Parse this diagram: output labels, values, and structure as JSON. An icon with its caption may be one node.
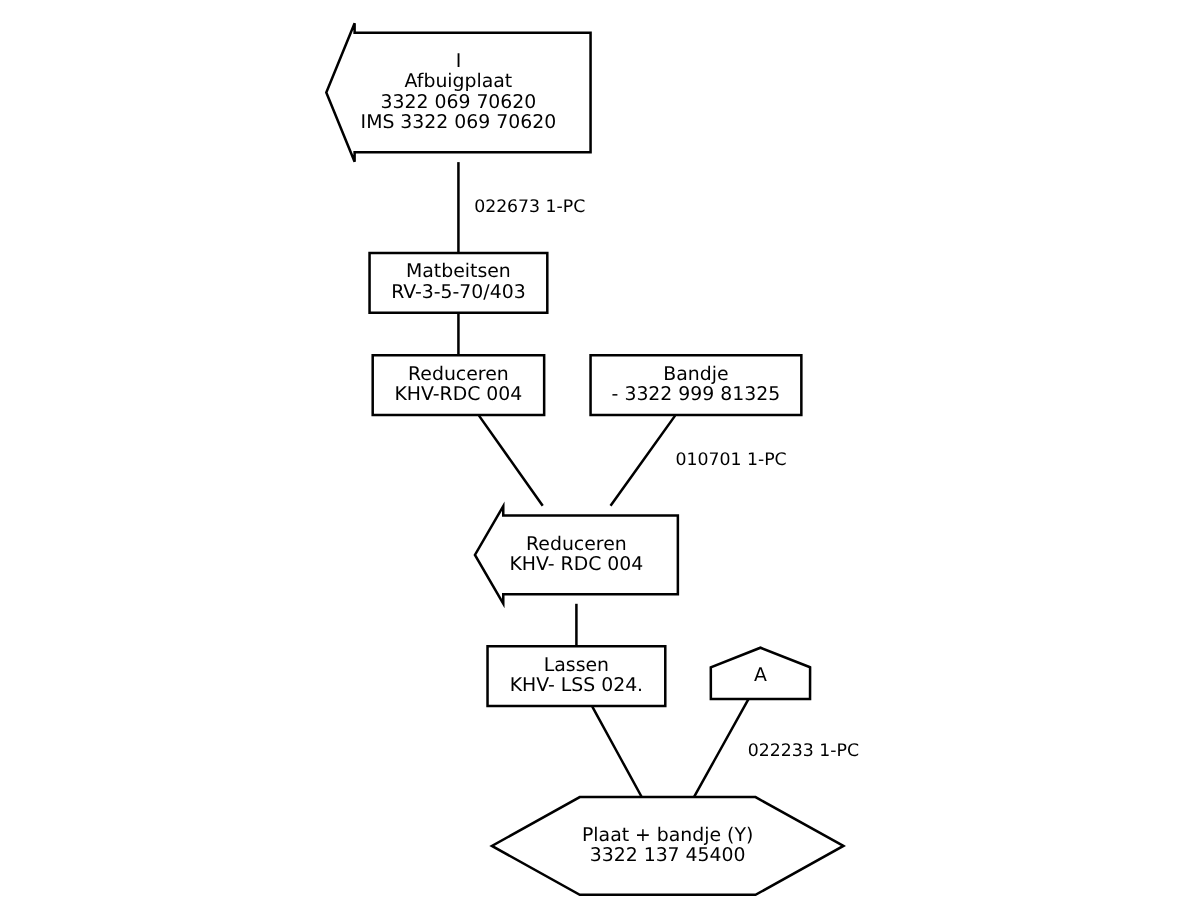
{
  "diagram": {
    "nodes": [
      {
        "text": [
          "I",
          "Afbuigplaat",
          "3322 069 70620",
          "IMS 3322 069 70620"
        ]
      },
      {
        "text": [
          "Matbeitsen",
          "RV-3-5-70/403"
        ]
      },
      {
        "text": [
          "Reduceren",
          "KHV-RDC 004"
        ]
      },
      {
        "text": [
          "Bandje",
          "- 3322 999 81325"
        ]
      },
      {
        "text": [
          "Reduceren",
          "KHV- RDC 004"
        ]
      },
      {
        "text": [
          "Lassen",
          "KHV- LSS 024."
        ]
      },
      {
        "text": [
          "A"
        ]
      },
      {
        "text": [
          "Plaat + bandje (Y)",
          "3322 137 45400"
        ]
      }
    ],
    "edges": [
      {
        "from": 0,
        "to": 1,
        "arrow": "none",
        "label": "022673 1-PC"
      },
      {
        "from": 1,
        "to": 2,
        "arrow": "none"
      },
      {
        "from": 2,
        "to": 4,
        "arrow": "none"
      },
      {
        "from": 3,
        "to": 4,
        "arrow": "none",
        "label": "010701 1-PC"
      },
      {
        "from": 4,
        "to": 5,
        "arrow": "none"
      },
      {
        "from": 5,
        "to": 7,
        "arrow": "none"
      },
      {
        "from": 6,
        "to": 7,
        "arrow": "none",
        "label": "022233 1-PC"
      }
    ]
  }
}
